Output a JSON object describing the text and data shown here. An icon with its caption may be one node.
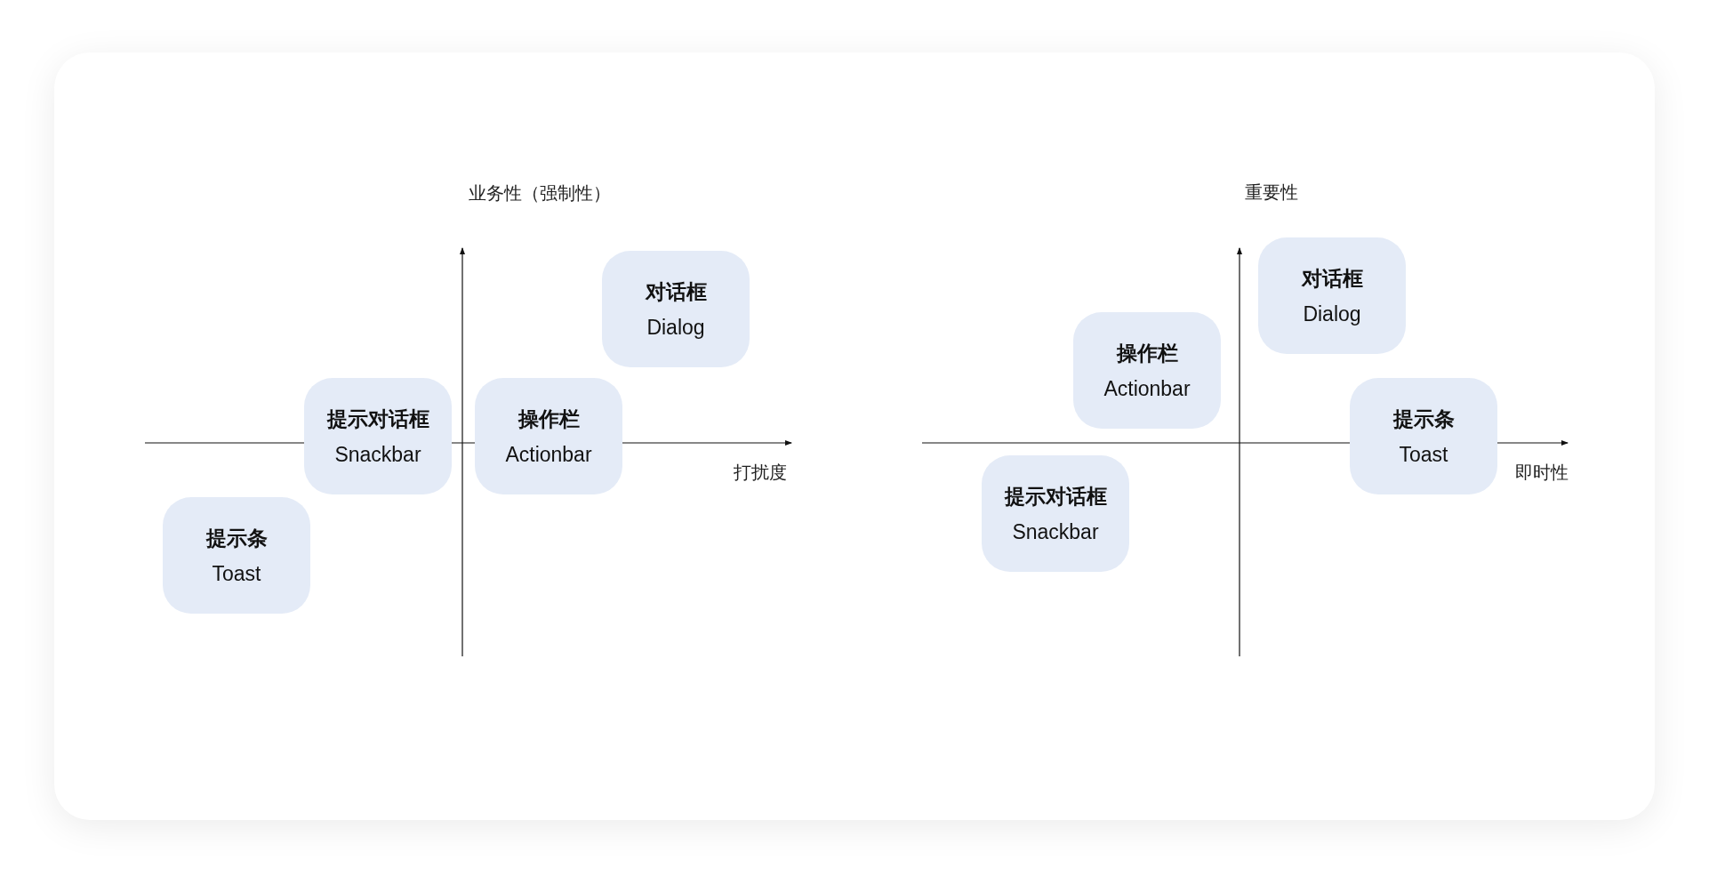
{
  "diagram": {
    "nodes": [
      {
        "text": [
          "对话框",
          "Dialog"
        ]
      },
      {
        "text": [
          "提示对话框",
          "Snackbar"
        ]
      },
      {
        "text": [
          "操作栏",
          "Actionbar"
        ]
      },
      {
        "text": [
          "提示条",
          "Toast"
        ]
      },
      {
        "text": [
          "对话框",
          "Dialog"
        ]
      },
      {
        "text": [
          "操作栏",
          "Actionbar"
        ]
      },
      {
        "text": [
          "提示条",
          "Toast"
        ]
      },
      {
        "text": [
          "提示对话框",
          "Snackbar"
        ]
      }
    ],
    "labels": [
      "业务性（强制性）",
      "打扰度",
      "重要性",
      "即时性"
    ]
  }
}
